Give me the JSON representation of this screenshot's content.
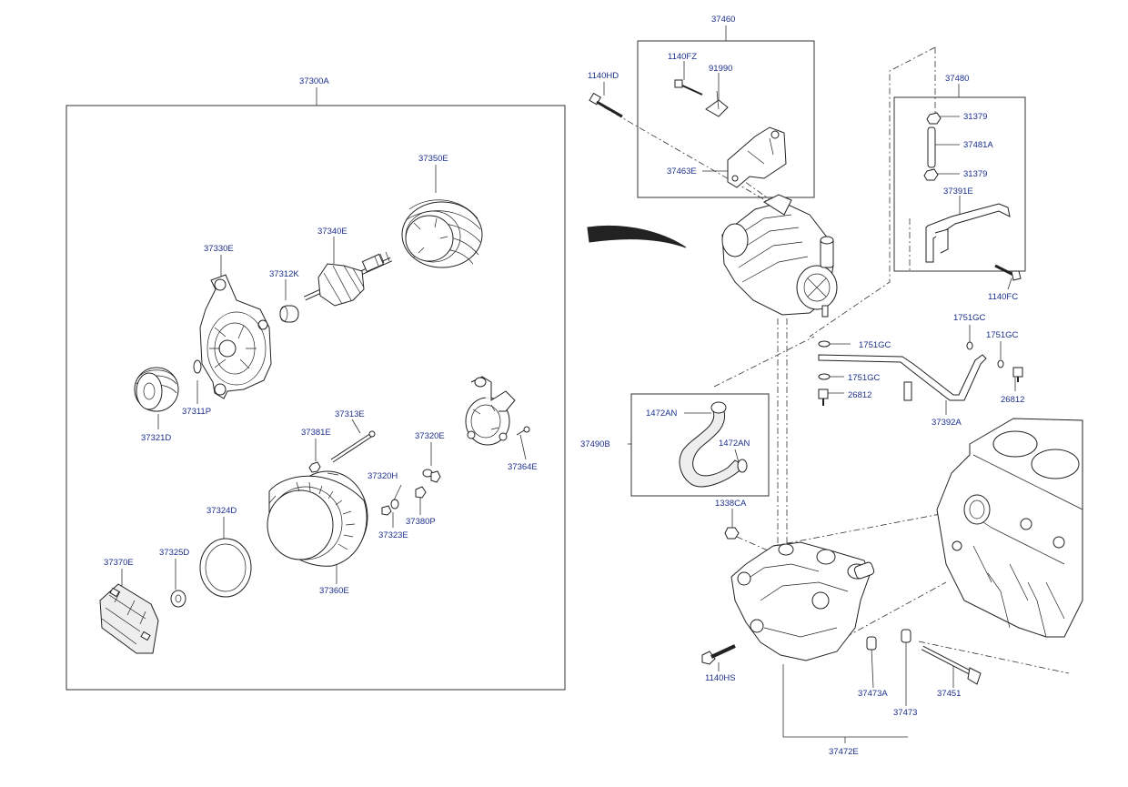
{
  "labels": {
    "g37300A": "37300A",
    "g37460": "37460",
    "g1140HD": "1140HD",
    "g1140FZ": "1140FZ",
    "g91990": "91990",
    "g37463E": "37463E",
    "g37480": "37480",
    "g31379a": "31379",
    "g37481A": "37481A",
    "g31379b": "31379",
    "g37391E": "37391E",
    "g1140FC": "1140FC",
    "g37350E": "37350E",
    "g37340E": "37340E",
    "g37330E": "37330E",
    "g37312K": "37312K",
    "g37311P": "37311P",
    "g37321D": "37321D",
    "g37313E": "37313E",
    "g37381E": "37381E",
    "g37320E": "37320E",
    "g37364E": "37364E",
    "g37320H": "37320H",
    "g37380P": "37380P",
    "g37323E": "37323E",
    "g37324D": "37324D",
    "g37325D": "37325D",
    "g37370E": "37370E",
    "g37360E": "37360E",
    "g1751GC_a": "1751GC",
    "g1751GC_b": "1751GC",
    "g1751GC_c": "1751GC",
    "g1751GC_d": "1751GC",
    "g26812a": "26812",
    "g26812b": "26812",
    "g37392A": "37392A",
    "g1472AN_a": "1472AN",
    "g1472AN_b": "1472AN",
    "g37490B": "37490B",
    "g1338CA": "1338CA",
    "g1140HS": "1140HS",
    "g37473A": "37473A",
    "g37473": "37473",
    "g37451": "37451",
    "g37472E": "37472E"
  }
}
